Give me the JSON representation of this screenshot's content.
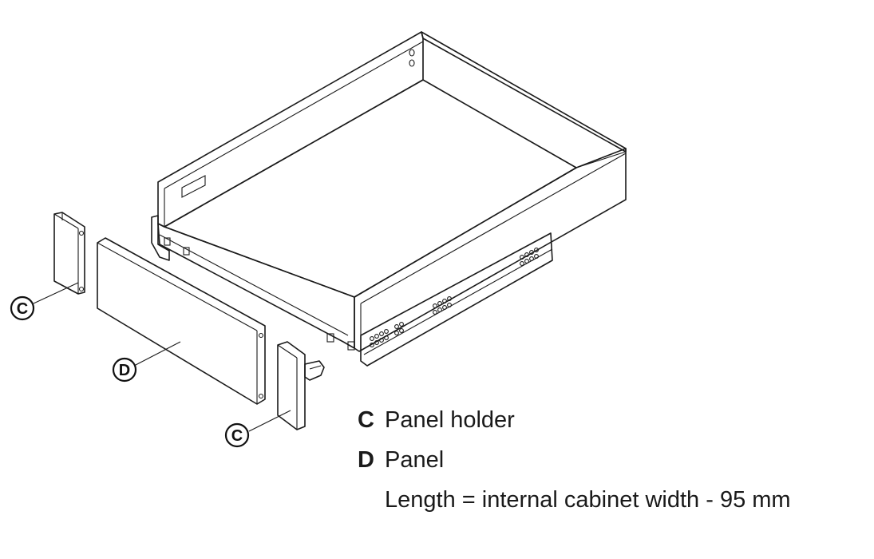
{
  "callouts": [
    {
      "letter": "C"
    },
    {
      "letter": "D"
    },
    {
      "letter": "C"
    }
  ],
  "legend": [
    {
      "letter": "C",
      "text": "Panel holder"
    },
    {
      "letter": "D",
      "text": "Panel",
      "subtext": "Length = internal cabinet width - 95 mm"
    }
  ]
}
